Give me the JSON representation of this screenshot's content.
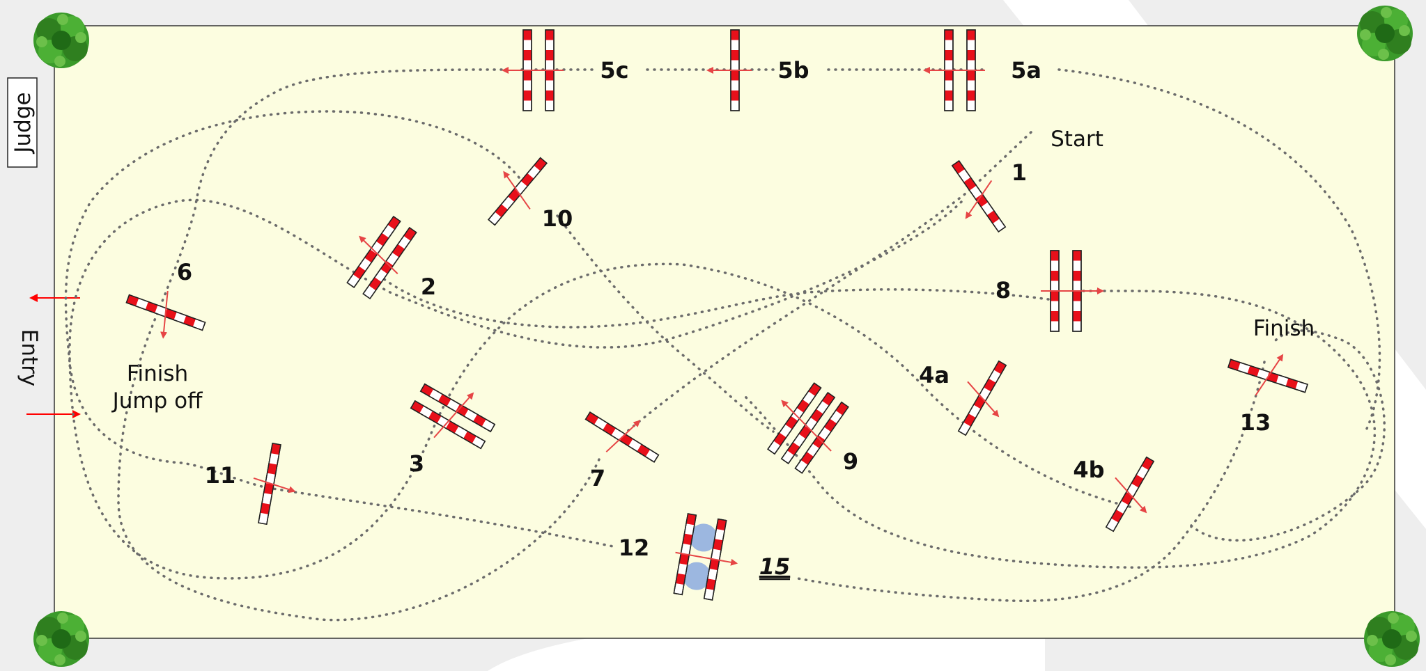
{
  "side_labels": {
    "judge": "Judge",
    "entry": "Entry"
  },
  "course_labels": {
    "start": "Start",
    "finish": "Finish",
    "finish_jump_off_1": "Finish",
    "finish_jump_off_2": "Jump off"
  },
  "obstacle_numbers": {
    "o1": "1",
    "o2": "2",
    "o3": "3",
    "o4a": "4a",
    "o4b": "4b",
    "o5a": "5a",
    "o5b": "5b",
    "o5c": "5c",
    "o6": "6",
    "o7": "7",
    "o8": "8",
    "o9": "9",
    "o10": "10",
    "o11": "11",
    "o12": "12",
    "o13": "13",
    "o15": "15"
  },
  "colors": {
    "arena": "#fcfde0",
    "pole_red": "#e8101a",
    "arrow": "#e64545",
    "water": "#9cb7e0",
    "path": "#6b6b6b",
    "tree": "#2e8b20"
  },
  "icons": [
    "tree-icon",
    "entry-arrow-icon"
  ]
}
